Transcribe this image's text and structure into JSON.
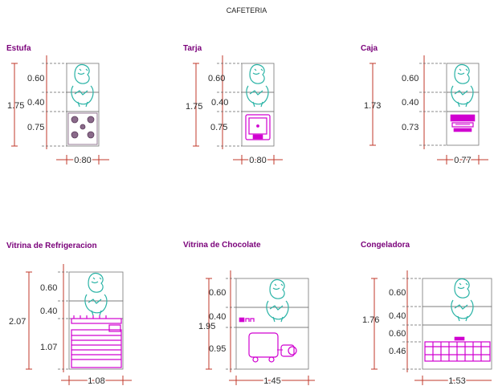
{
  "title": "CAFETERIA",
  "items": [
    {
      "label": "Estufa",
      "total": "1.75",
      "rows": [
        "0.60",
        "0.40",
        "0.75"
      ],
      "width": "0.80"
    },
    {
      "label": "Tarja",
      "total": "1.75",
      "rows": [
        "0.60",
        "0.40",
        "0.75"
      ],
      "width": "0.80"
    },
    {
      "label": "Caja",
      "total": "1.73",
      "rows": [
        "0.60",
        "0.40",
        "0.73"
      ],
      "width": "0.77"
    },
    {
      "label": "Vitrina de Refrigeracion",
      "total": "2.07",
      "rows": [
        "0.60",
        "0.40",
        "1.07"
      ],
      "width": "1.08"
    },
    {
      "label": "Vitrina de Chocolate",
      "total": "1.95",
      "rows": [
        "0.60",
        "0.40",
        "0.95"
      ],
      "width": "1.45"
    },
    {
      "label": "Congeladora",
      "total": "1.76",
      "rows": [
        "0.60",
        "0.40",
        "0.60",
        "0.46"
      ],
      "width": "1.53"
    }
  ],
  "colors": {
    "equipment": "#d000d0",
    "dimension_lines": "#c0392b",
    "person": "#2ab3a6",
    "labels": "#7a007a"
  }
}
